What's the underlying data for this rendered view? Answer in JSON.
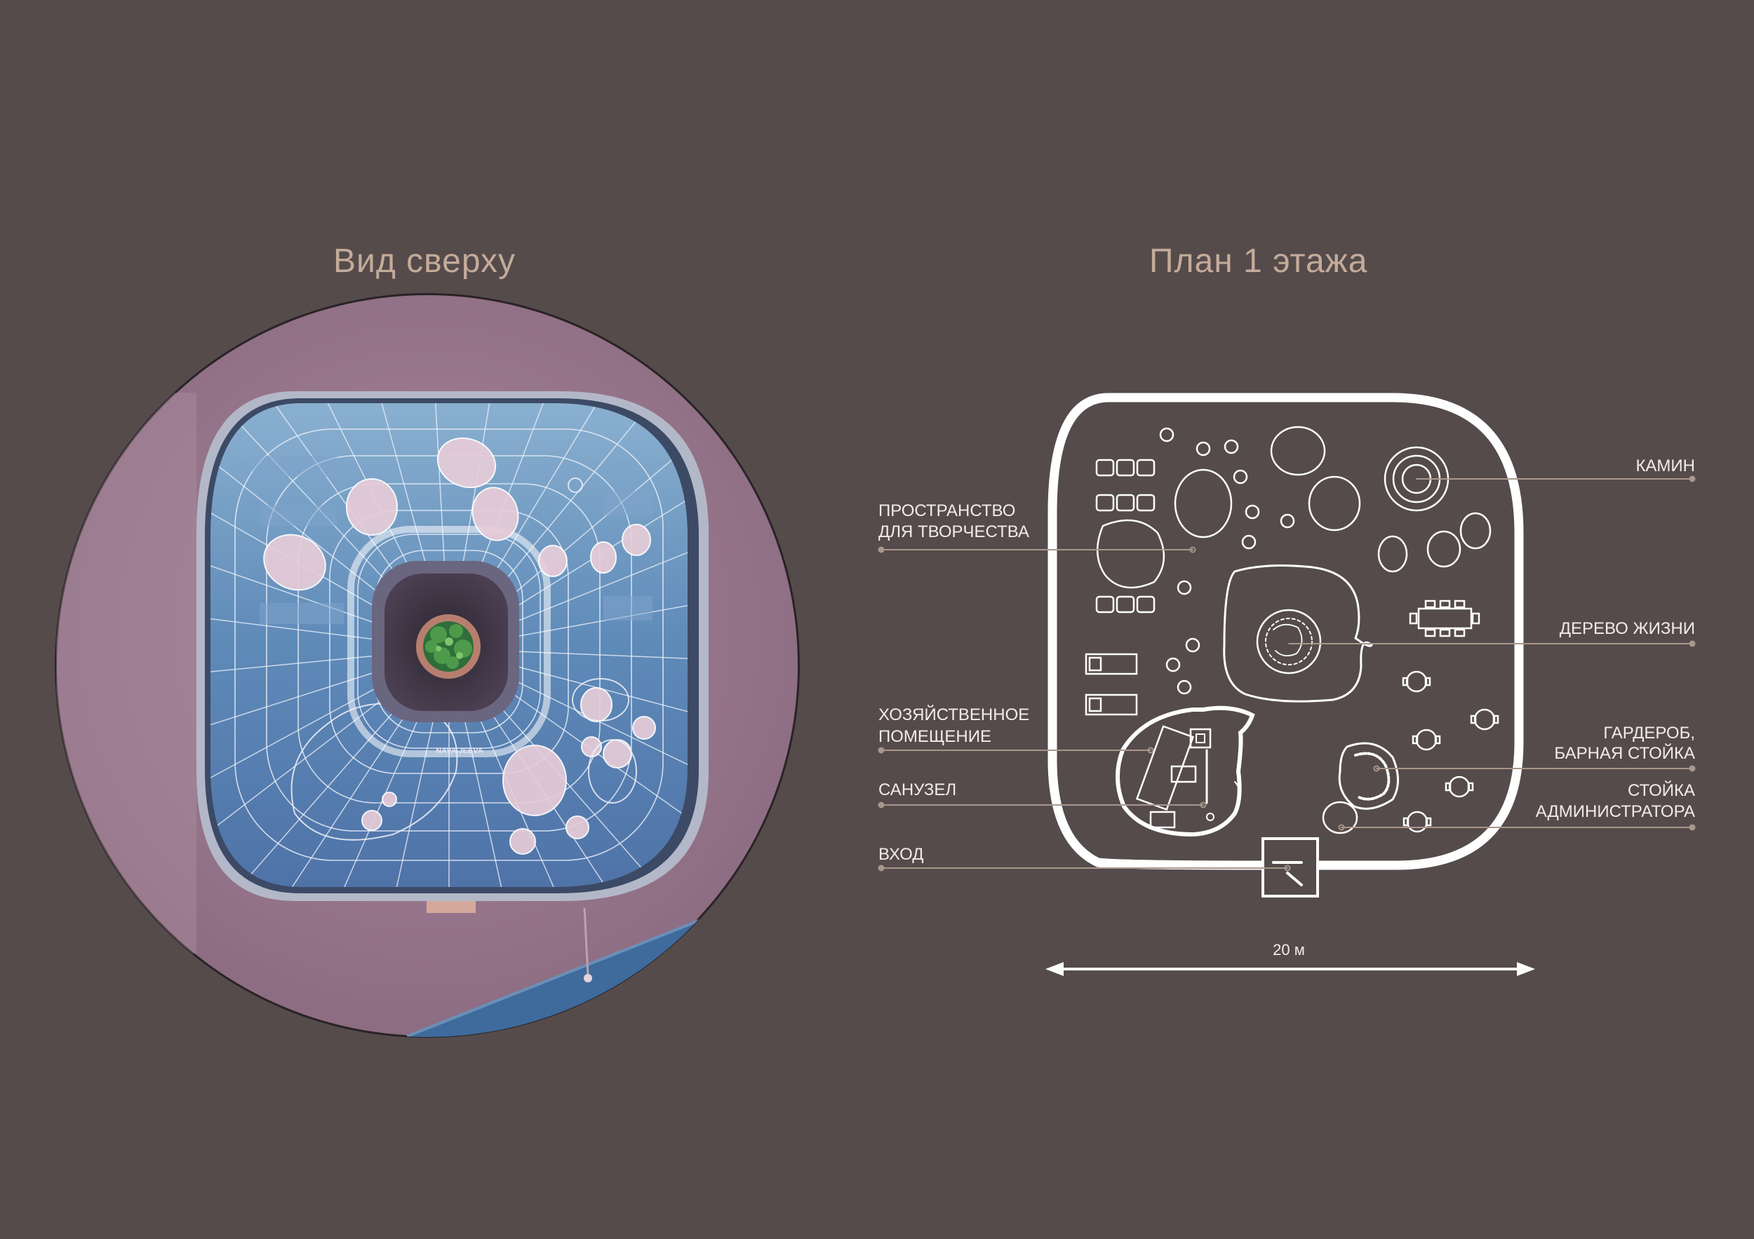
{
  "headings": {
    "top_view": "Вид сверху",
    "floor_plan": "План 1 этажа"
  },
  "render": {
    "sign_text": "NAVA JEEVA"
  },
  "plan": {
    "labels": {
      "creative_space_1": "ПРОСТРАНСТВО",
      "creative_space_2": "ДЛЯ ТВОРЧЕСТВА",
      "utility_1": "ХОЗЯЙСТВЕННОЕ",
      "utility_2": "ПОМЕЩЕНИЕ",
      "bathroom": "САНУЗЕЛ",
      "entrance": "ВХОД",
      "fireplace": "КАМИН",
      "tree_of_life": "ДЕРЕВО ЖИЗНИ",
      "wardrobe_1": "ГАРДЕРОБ,",
      "wardrobe_2": "БАРНАЯ СТОЙКА",
      "admin_1": "СТОЙКА",
      "admin_2": "АДМИНИСТРАТОРА"
    },
    "scale_label": "20 м"
  },
  "colors": {
    "background": "#554b4b",
    "heading": "#c4ab9a",
    "plan_lines": "#ffffff",
    "leader_lines": "#a8978c"
  }
}
